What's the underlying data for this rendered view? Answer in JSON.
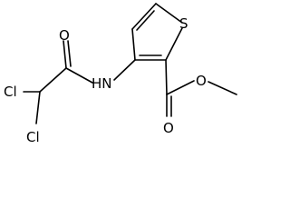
{
  "molecule": {
    "atoms": {
      "sulfur": "S",
      "carbonyl_oxygen_amide": "O",
      "amide_nitrogen": "HN",
      "chlorine_upper": "Cl",
      "chlorine_lower": "Cl",
      "ester_carbonyl_oxygen": "O",
      "ester_oxygen": "O"
    },
    "colors": {
      "bond": "#000000",
      "text": "#000000",
      "background": "#ffffff"
    }
  }
}
